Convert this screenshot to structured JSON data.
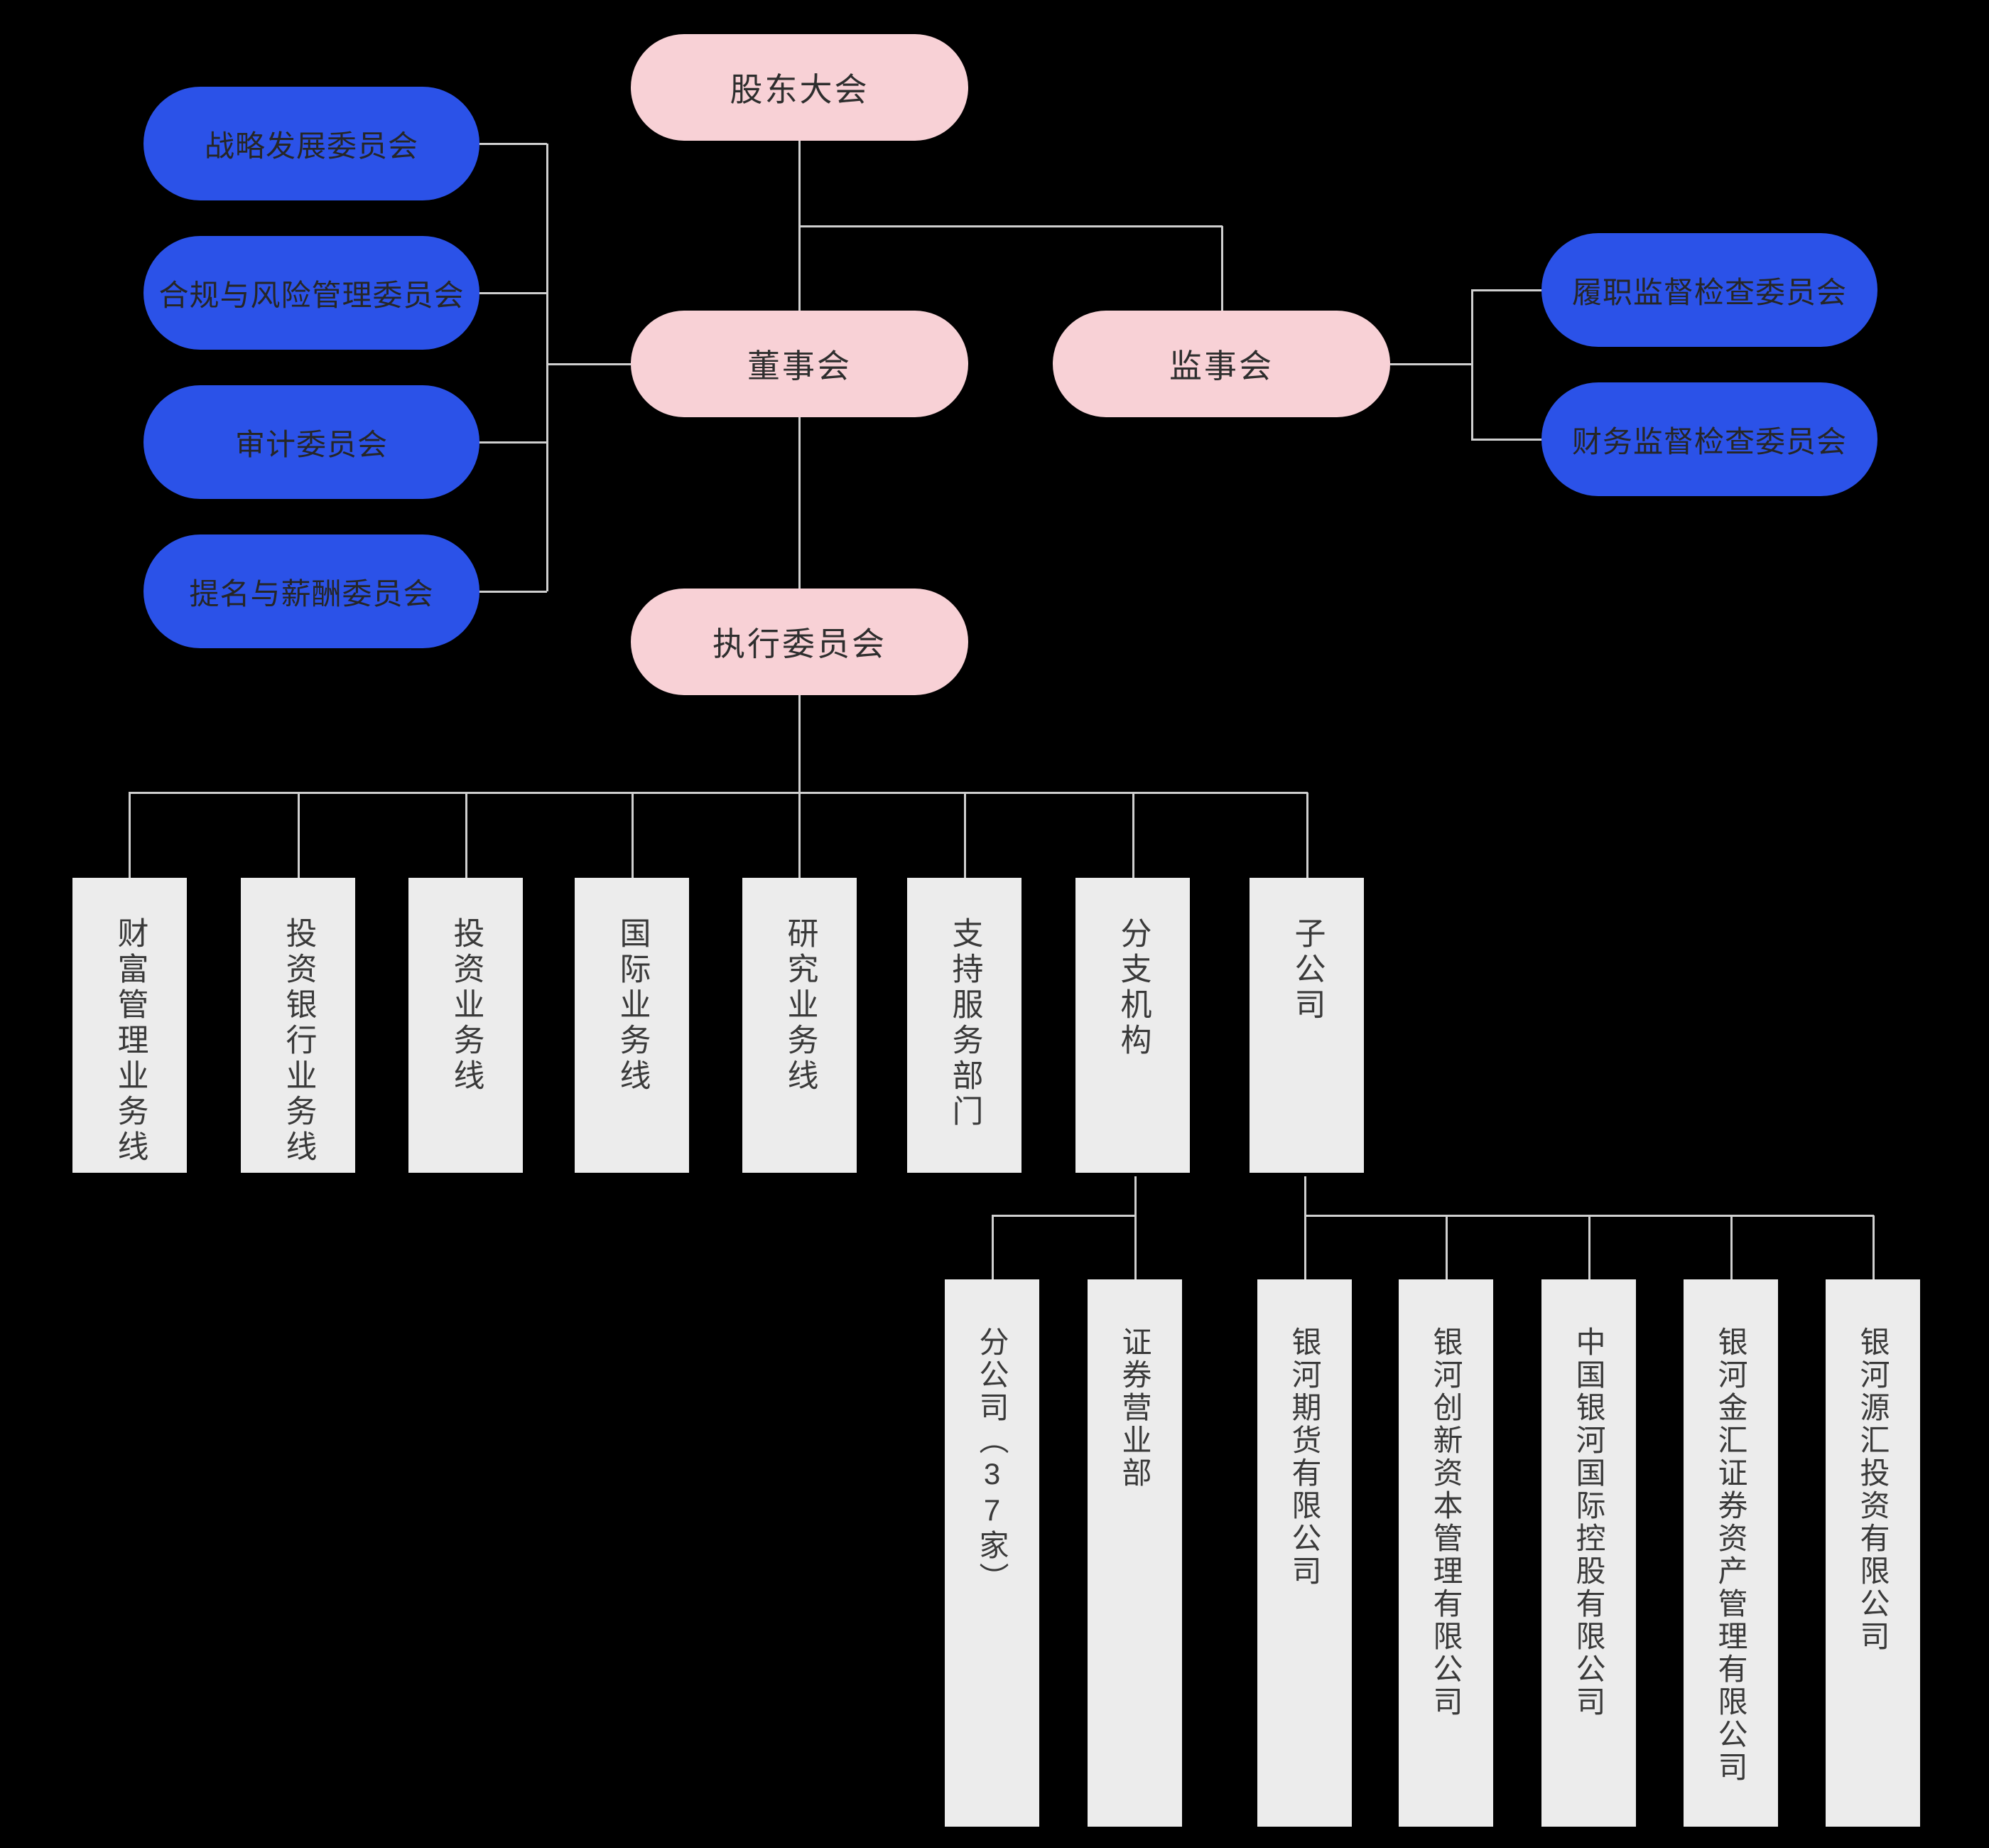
{
  "colors": {
    "background": "#000000",
    "pink": "#F8D1D6",
    "blue": "#2B52E8",
    "gray": "#ECECEC",
    "line": "#CFCFCF",
    "text_dark": "#2E2E2E"
  },
  "governance": {
    "shareholders": {
      "label": "股东大会"
    },
    "board": {
      "label": "董事会"
    },
    "supervisory": {
      "label": "监事会"
    },
    "executive": {
      "label": "执行委员会"
    }
  },
  "board_committees": [
    {
      "label": "战略发展委员会"
    },
    {
      "label": "合规与风险管理委员会"
    },
    {
      "label": "审计委员会"
    },
    {
      "label": "提名与薪酬委员会"
    }
  ],
  "supervisory_committees": [
    {
      "label": "履职监督检查委员会"
    },
    {
      "label": "财务监督检查委员会"
    }
  ],
  "divisions": [
    {
      "label": "财富管理业务线"
    },
    {
      "label": "投资银行业务线"
    },
    {
      "label": "投资业务线"
    },
    {
      "label": "国际业务线"
    },
    {
      "label": "研究业务线"
    },
    {
      "label": "支持服务部门"
    },
    {
      "label": "分支机构"
    },
    {
      "label": "子公司"
    }
  ],
  "branch_children": [
    {
      "label": "分公司（37家）"
    },
    {
      "label": "证券营业部"
    }
  ],
  "subsidiaries": [
    {
      "label": "银河期货有限公司"
    },
    {
      "label": "银河创新资本管理有限公司"
    },
    {
      "label": "中国银河国际控股有限公司"
    },
    {
      "label": "银河金汇证券资产管理有限公司"
    },
    {
      "label": "银河源汇投资有限公司"
    }
  ]
}
